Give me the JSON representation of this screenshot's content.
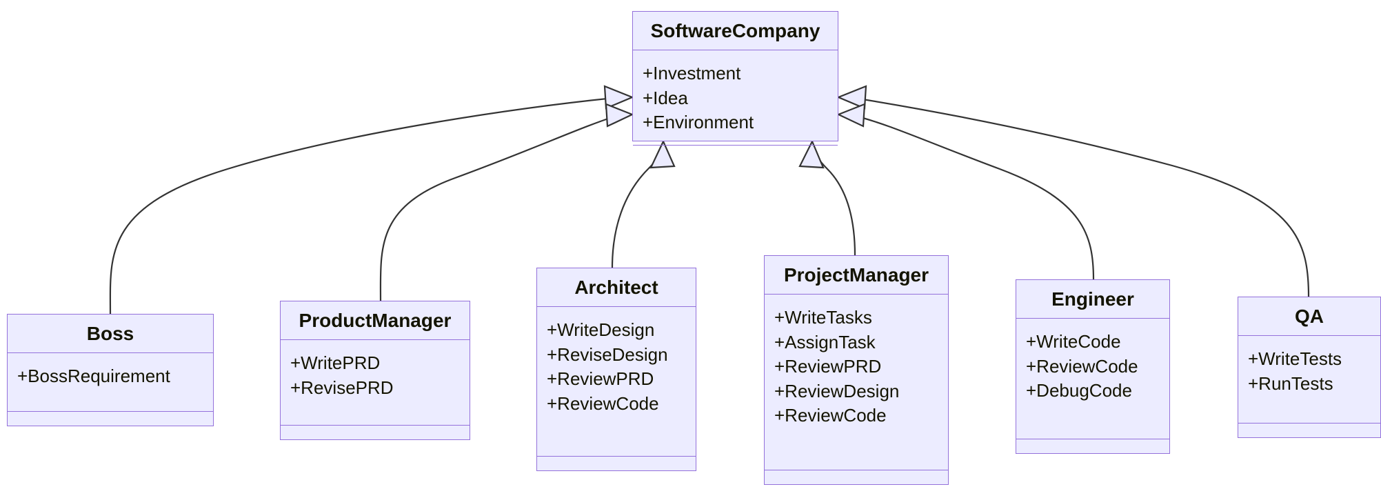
{
  "diagram": {
    "type": "uml-class-diagram",
    "title": "",
    "colors": {
      "node_fill": "#ECECFF",
      "node_border": "#9370DB",
      "text": "#131300",
      "edge_stroke": "#333333",
      "arrowhead_fill": "#ECECFF",
      "background": "#FFFFFF"
    },
    "classes": [
      {
        "id": "softwarecompany",
        "name": "SoftwareCompany",
        "attributes": [
          "+Investment",
          "+Idea",
          "+Environment"
        ],
        "methods": []
      },
      {
        "id": "boss",
        "name": "Boss",
        "attributes": [
          "+BossRequirement"
        ],
        "methods": []
      },
      {
        "id": "productmanager",
        "name": "ProductManager",
        "attributes": [
          "+WritePRD",
          "+RevisePRD"
        ],
        "methods": []
      },
      {
        "id": "architect",
        "name": "Architect",
        "attributes": [
          "+WriteDesign",
          "+ReviseDesign",
          "+ReviewPRD",
          "+ReviewCode"
        ],
        "methods": []
      },
      {
        "id": "projectmanager",
        "name": "ProjectManager",
        "attributes": [
          "+WriteTasks",
          "+AssignTask",
          "+ReviewPRD",
          "+ReviewDesign",
          "+ReviewCode"
        ],
        "methods": []
      },
      {
        "id": "engineer",
        "name": "Engineer",
        "attributes": [
          "+WriteCode",
          "+ReviewCode",
          "+DebugCode"
        ],
        "methods": []
      },
      {
        "id": "qa",
        "name": "QA",
        "attributes": [
          "+WriteTests",
          "+RunTests"
        ],
        "methods": []
      }
    ],
    "relationships": [
      {
        "from": "boss",
        "to": "softwarecompany",
        "type": "generalization",
        "marker": "hollow-triangle"
      },
      {
        "from": "productmanager",
        "to": "softwarecompany",
        "type": "generalization",
        "marker": "hollow-triangle"
      },
      {
        "from": "architect",
        "to": "softwarecompany",
        "type": "generalization",
        "marker": "hollow-triangle"
      },
      {
        "from": "projectmanager",
        "to": "softwarecompany",
        "type": "generalization",
        "marker": "hollow-triangle"
      },
      {
        "from": "engineer",
        "to": "softwarecompany",
        "type": "generalization",
        "marker": "hollow-triangle"
      },
      {
        "from": "qa",
        "to": "softwarecompany",
        "type": "generalization",
        "marker": "hollow-triangle"
      }
    ]
  }
}
